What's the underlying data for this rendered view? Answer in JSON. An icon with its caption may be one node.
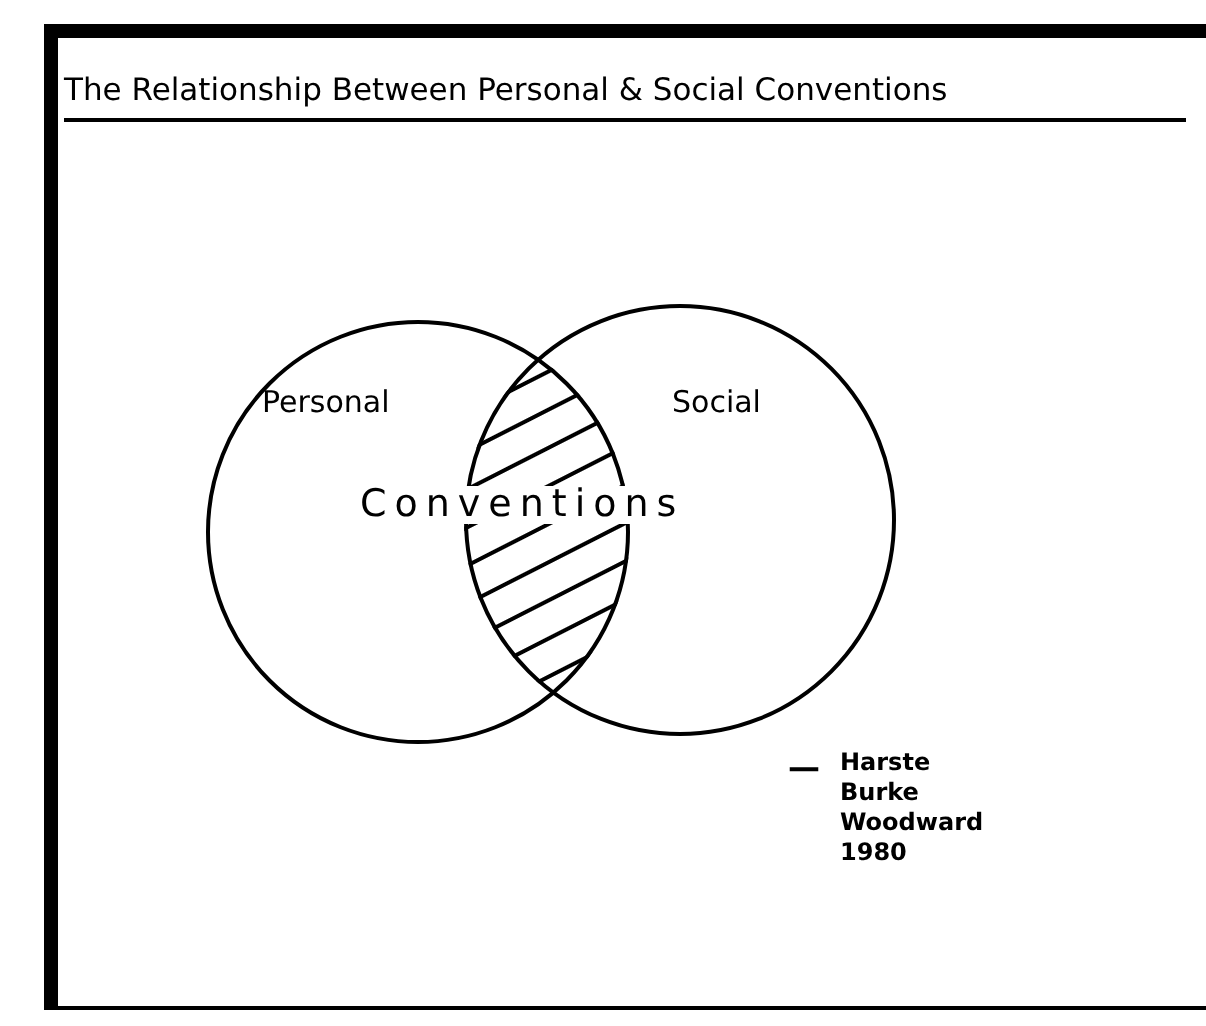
{
  "diagram": {
    "title": "The Relationship Between Personal & Social Conventions",
    "nodes": [
      {
        "text": [
          "Personal"
        ]
      },
      {
        "text": [
          "Social"
        ]
      }
    ],
    "labels": [
      "Conventions",
      "—",
      "Harste Burke Woodward 1980"
    ]
  }
}
